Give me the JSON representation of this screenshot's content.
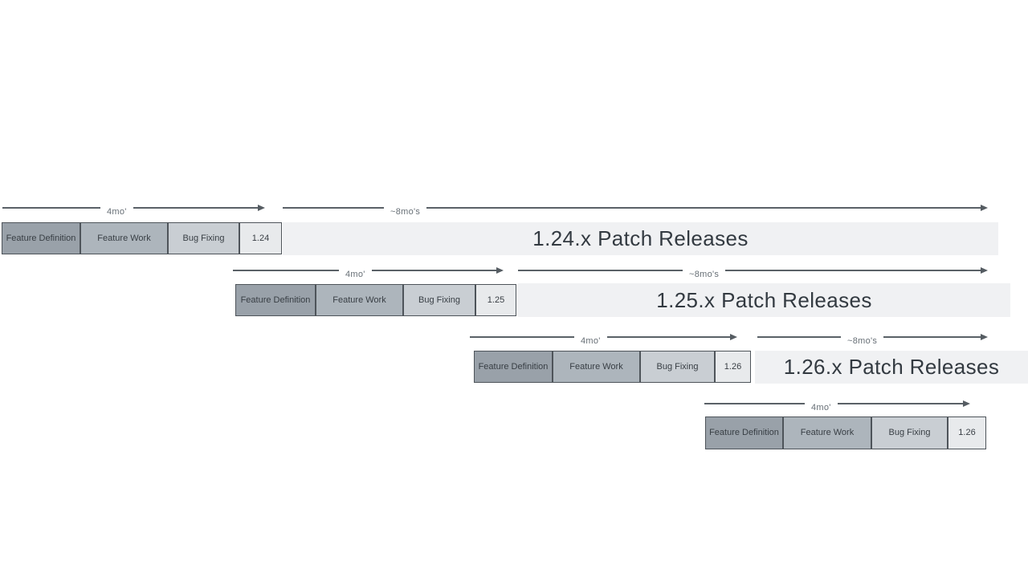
{
  "colors": {
    "phase_feature_definition": "#99a1a9",
    "phase_feature_work": "#adb5bc",
    "phase_bug_fixing": "#c9ced3",
    "version_box": "#e8eaec",
    "patch_release_bar": "#f0f1f3",
    "box_border": "#4e545a",
    "arrow": "#5a6167",
    "arrow_label_text": "#676f76",
    "box_text": "#383e44",
    "patch_release_text": "#333a41",
    "background": "#ffffff"
  },
  "diagram": {
    "rows": [
      {
        "version": "1.24",
        "phases": [
          "Feature Definition",
          "Feature Work",
          "Bug Fixing"
        ],
        "dev_duration_label": "4mo'",
        "patch_duration_label": "~8mo's",
        "patch_releases_label": "1.24.x Patch Releases"
      },
      {
        "version": "1.25",
        "phases": [
          "Feature Definition",
          "Feature Work",
          "Bug Fixing"
        ],
        "dev_duration_label": "4mo'",
        "patch_duration_label": "~8mo's",
        "patch_releases_label": "1.25.x Patch Releases"
      },
      {
        "version": "1.26",
        "phases": [
          "Feature Definition",
          "Feature Work",
          "Bug Fixing"
        ],
        "dev_duration_label": "4mo'",
        "patch_duration_label": "~8mo's",
        "patch_releases_label": "1.26.x Patch Releases"
      },
      {
        "version": "1.26",
        "phases": [
          "Feature Definition",
          "Feature Work",
          "Bug Fixing"
        ],
        "dev_duration_label": "4mo'"
      }
    ]
  }
}
